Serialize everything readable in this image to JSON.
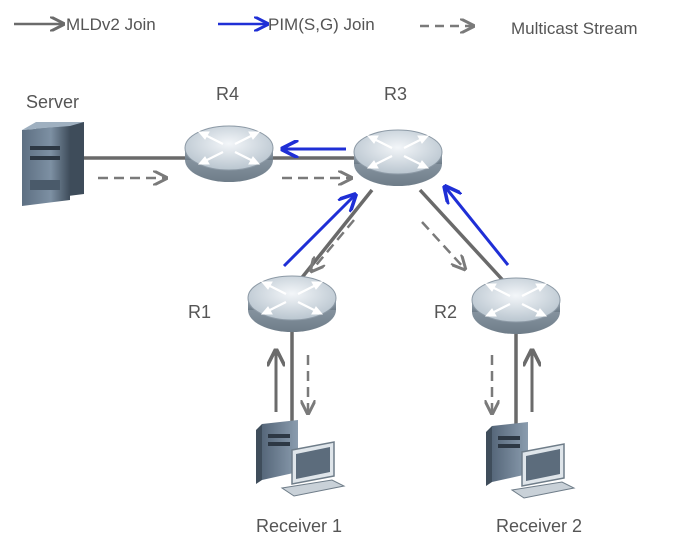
{
  "legend": {
    "mld": "MLDv2 Join",
    "pim": "PIM(S,G) Join",
    "stream": "Multicast Stream"
  },
  "nodes": {
    "server": "Server",
    "r4": "R4",
    "r3": "R3",
    "r1": "R1",
    "r2": "R2",
    "receiver1": "Receiver 1",
    "receiver2": "Receiver 2"
  },
  "colors": {
    "mld_arrow": "#6b6b6b",
    "pim_arrow": "#1f2fd6",
    "stream_arrow": "#7a7a7a",
    "link": "#6a6a6a",
    "router_top": "#dfe6ec",
    "router_side": "#8d9aa6"
  }
}
